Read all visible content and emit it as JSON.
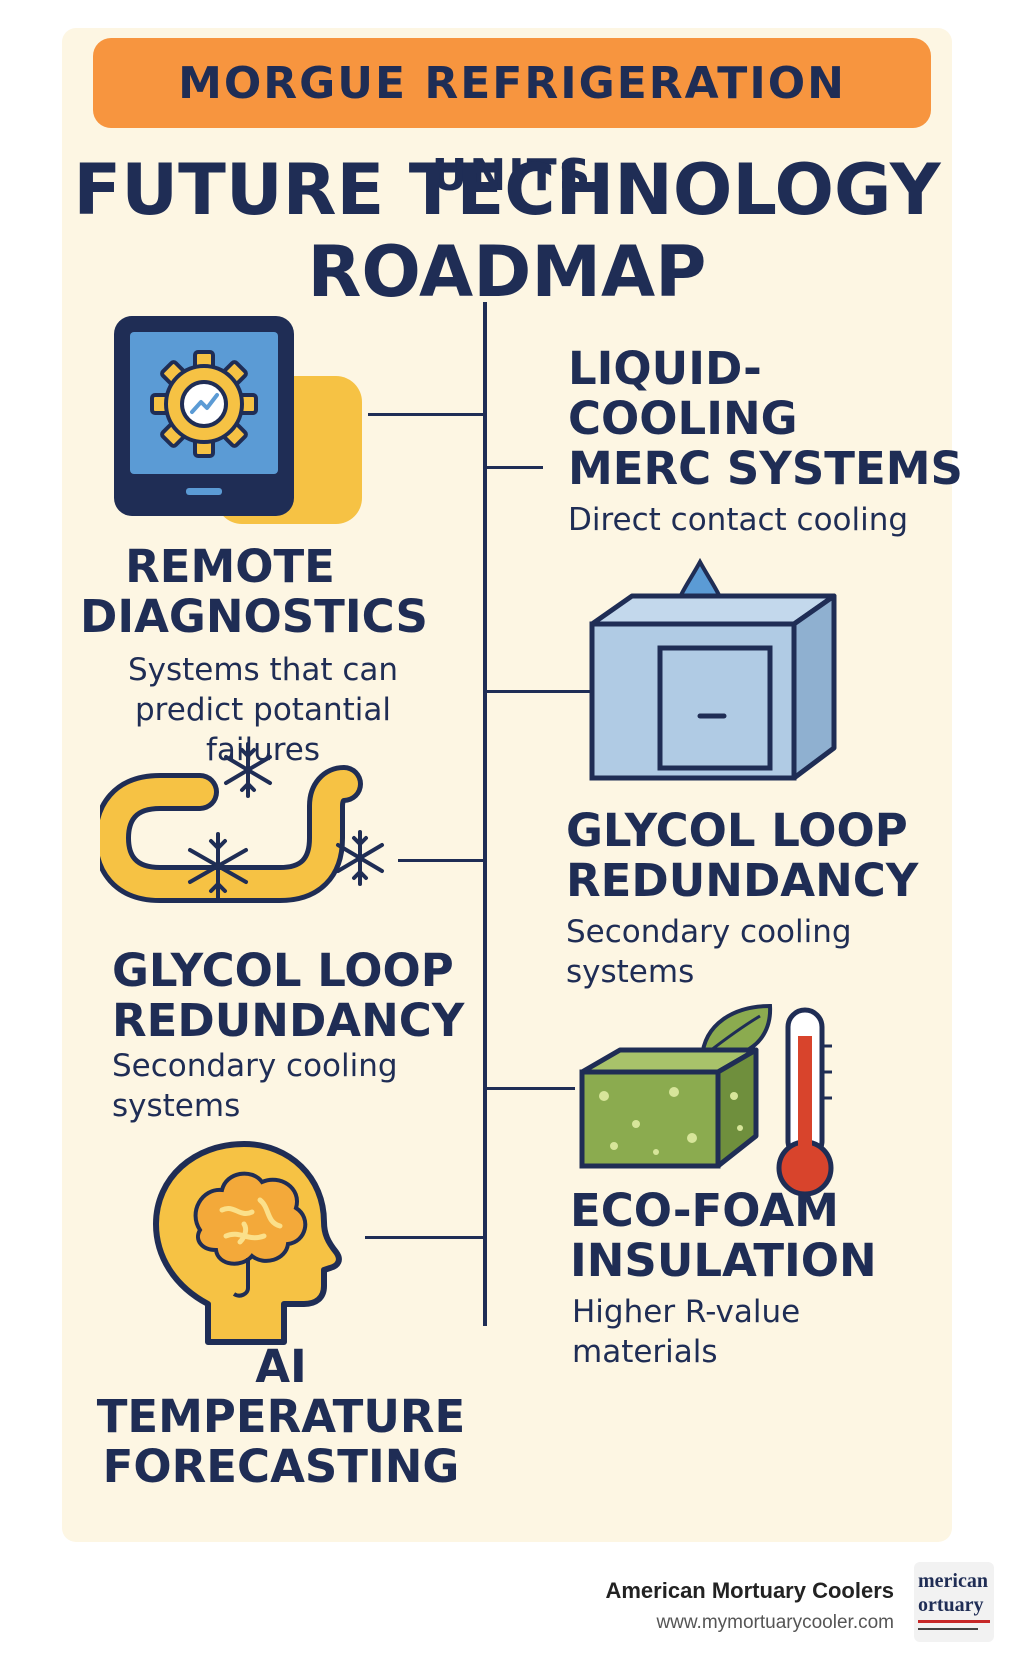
{
  "banner": {
    "text": "MORGUE REFRIGERATION UNITS"
  },
  "title": {
    "line1": "FUTURE TECHNOLOGY",
    "line2": "ROADMAP"
  },
  "left_items": [
    {
      "heading": [
        "REMOTE",
        "DIAGNOSTICS"
      ],
      "desc": [
        "Systems that can",
        "predict potantial failures"
      ]
    },
    {
      "heading": [
        "GLYCOL LOOP",
        "REDUNDANCY"
      ],
      "desc": [
        "Secondary cooling",
        "systems"
      ]
    },
    {
      "heading": [
        "AI TEMPERATURE",
        "FORECASTING"
      ],
      "desc": []
    }
  ],
  "right_items": [
    {
      "heading": [
        "LIQUID-",
        "COOLING",
        "MERC SYSTEMS"
      ],
      "desc": [
        "Direct contact cooling"
      ]
    },
    {
      "heading": [
        "GLYCOL LOOP",
        "REDUNDANCY"
      ],
      "desc": [
        "Secondary cooling",
        "systems"
      ]
    },
    {
      "heading": [
        "ECO-FOAM",
        "INSULATION"
      ],
      "desc": [
        "Higher R-value",
        "materials"
      ]
    }
  ],
  "footer": {
    "brand": "American Mortuary Coolers",
    "url": "www.mymortuarycooler.com",
    "logo_line1": "merican",
    "logo_line2": "ortuary"
  },
  "icons": [
    "gear-tablet-icon",
    "water-drop-box-icon",
    "pipe-snowflake-icon",
    "foam-block-thermometer-icon",
    "brain-head-icon"
  ],
  "colors": {
    "navy": "#1f2d55",
    "orange": "#f7953f",
    "yellow": "#f6c244",
    "sky": "#5b9bd5",
    "green": "#8bab4f",
    "red": "#d8442c",
    "cream": "#fdf6e3"
  }
}
